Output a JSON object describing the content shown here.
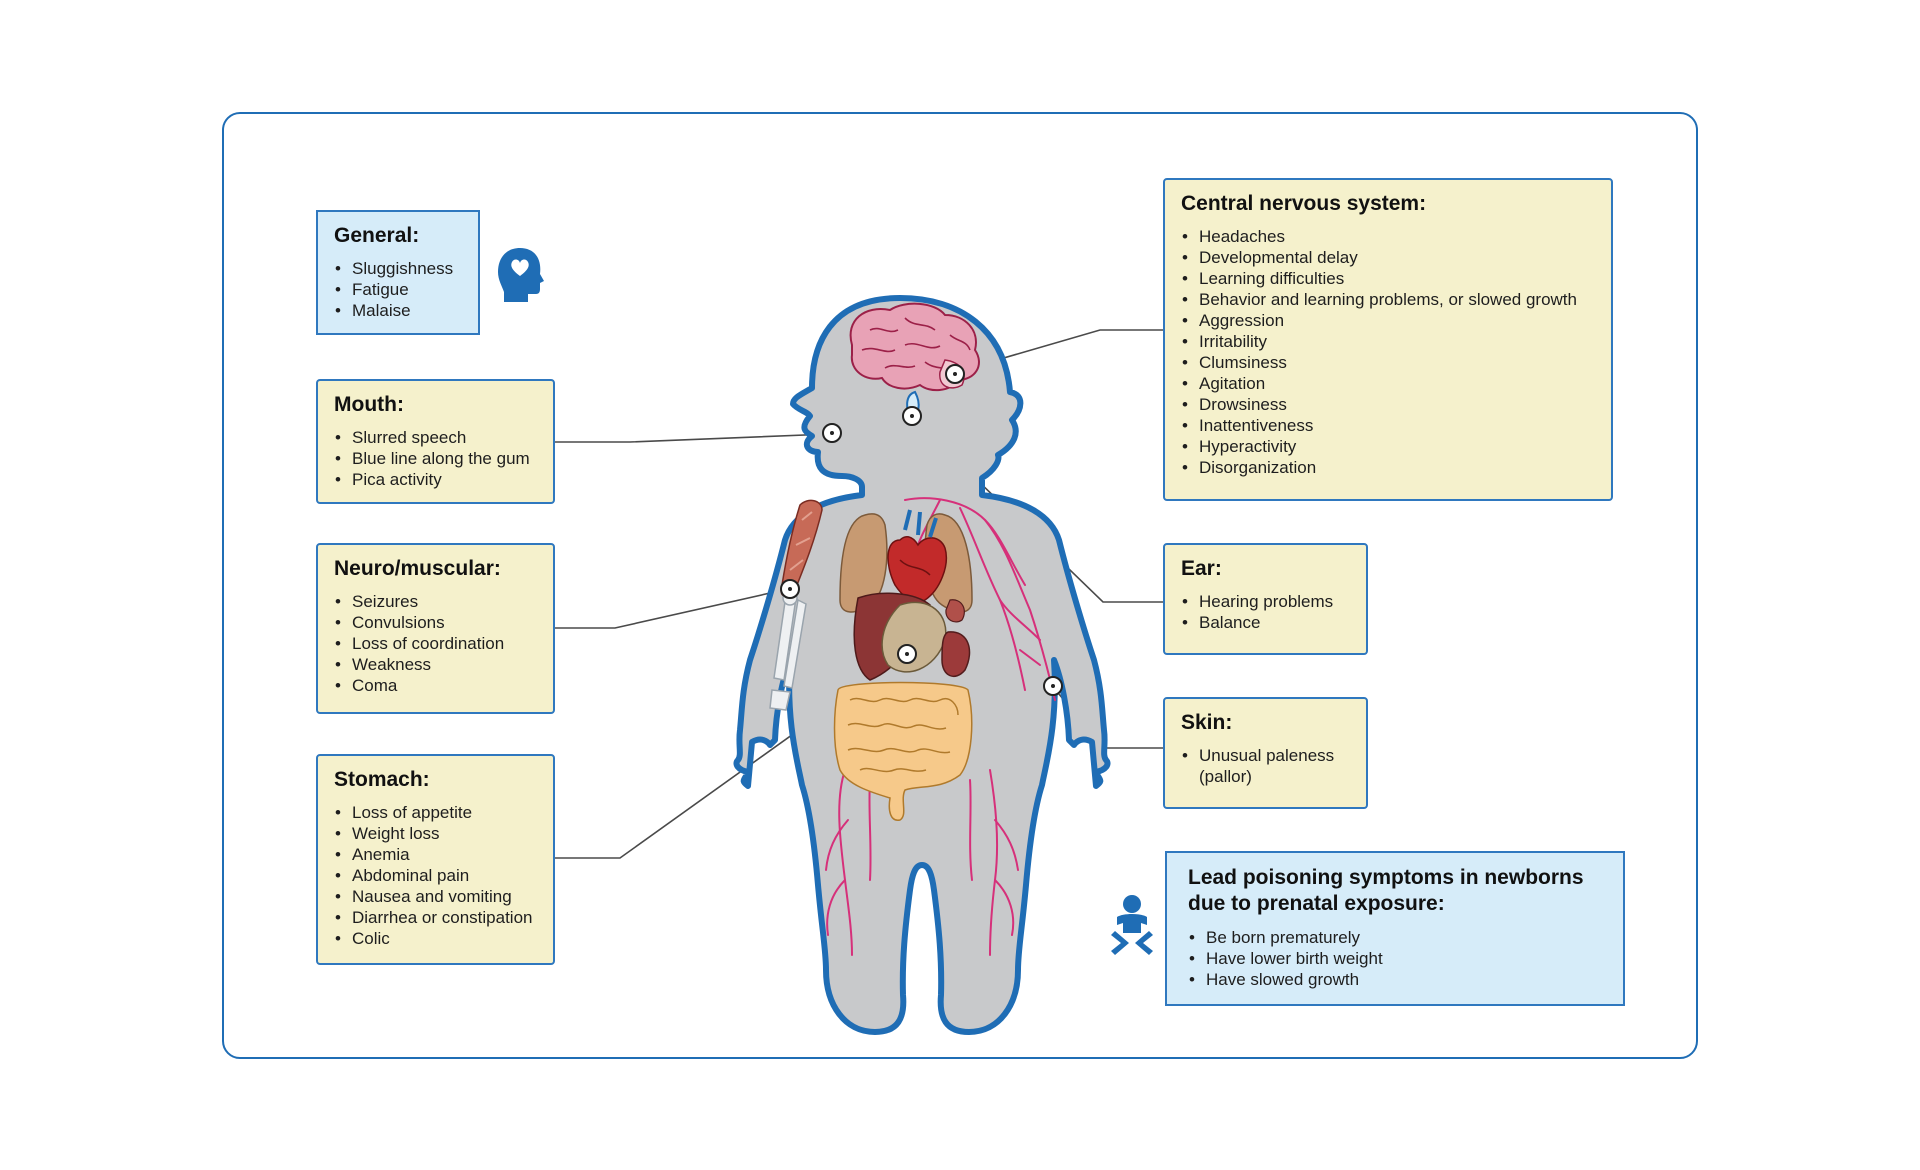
{
  "colors": {
    "frame": "#1f6db5",
    "box_fill": "#f5f1cc",
    "box_fill_blue": "#d6ecf9",
    "box_border": "#2f78bf",
    "body_fill": "#c8c9cb",
    "body_outline": "#1f6db5",
    "icon": "#1f6db5",
    "vessels": "#d6307a"
  },
  "icons": [
    "head-heart-icon",
    "baby-icon"
  ],
  "panels": {
    "general": {
      "title": "General:",
      "items": [
        "Sluggishness",
        "Fatigue",
        "Malaise"
      ]
    },
    "mouth": {
      "title": "Mouth:",
      "items": [
        "Slurred speech",
        "Blue line along the gum",
        "Pica activity"
      ]
    },
    "neuro": {
      "title": "Neuro/muscular:",
      "items": [
        "Seizures",
        "Convulsions",
        "Loss of coordination",
        "Weakness",
        "Coma"
      ]
    },
    "stomach": {
      "title": "Stomach:",
      "items": [
        "Loss of appetite",
        "Weight loss",
        "Anemia",
        "Abdominal pain",
        "Nausea and vomiting",
        "Diarrhea or constipation",
        "Colic"
      ]
    },
    "cns": {
      "title": "Central nervous system:",
      "items": [
        "Headaches",
        "Developmental delay",
        "Learning difficulties",
        "Behavior and learning problems, or slowed growth",
        "Aggression",
        "Irritability",
        "Clumsiness",
        "Agitation",
        "Drowsiness",
        "Inattentiveness",
        "Hyperactivity",
        "Disorganization"
      ]
    },
    "ear": {
      "title": "Ear:",
      "items": [
        "Hearing problems",
        "Balance"
      ]
    },
    "skin": {
      "title": "Skin:",
      "items": [
        "Unusual paleness",
        "(pallor)"
      ]
    },
    "newborn": {
      "title_line1": "Lead poisoning symptoms in newborns",
      "title_line2": "due to prenatal exposure:",
      "items": [
        "Be born prematurely",
        "Have lower birth weight",
        "Have slowed growth"
      ]
    }
  }
}
